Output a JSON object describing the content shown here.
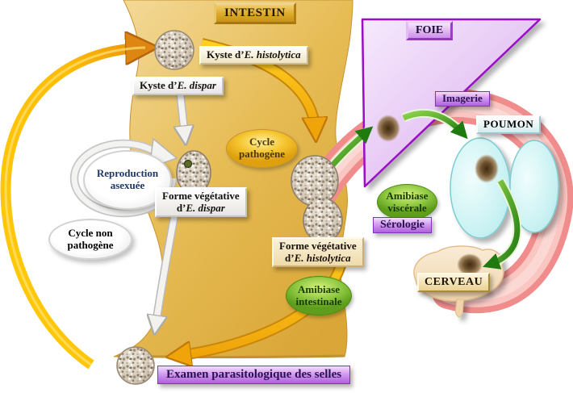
{
  "organs": {
    "intestin": "INTESTIN",
    "foie": "FOIE",
    "poumon": "POUMON",
    "cerveau": "CERVEAU"
  },
  "labels": {
    "kyste_histolytica": {
      "prefix": "Kyste d’",
      "species": "E. histolytica"
    },
    "kyste_dispar": {
      "prefix": "Kyste d’",
      "species": "E. dispar"
    },
    "forme_dispar": {
      "line1": "Forme végétative",
      "prefix": "d’",
      "species": "E. dispar"
    },
    "forme_histolytica": {
      "line1": "Forme végétative",
      "prefix": "d’",
      "species": "E. histolytica"
    },
    "reproduction_asexuee": {
      "line1": "Reproduction",
      "line2": "asexuée"
    },
    "cycle_pathogene": {
      "line1": "Cycle",
      "line2": "pathogène"
    },
    "cycle_non_pathogene": {
      "line1": "Cycle non",
      "line2": "pathogène"
    },
    "amibiase_intestinale": {
      "line1": "Amibiase",
      "line2": "intestinale"
    },
    "amibiase_viscerale": {
      "line1": "Amibiase",
      "line2": "viscérale"
    },
    "serologie": "Sérologie",
    "imagerie": "Imagerie",
    "examen_selles": "Examen parasitologique des selles"
  },
  "colors": {
    "intestine_fill": "#E3B74F",
    "cycle_arrow_gold": "#FFC40A",
    "ingestion_arrow_orange": "#DE8612",
    "liver_fill": "#DDB2EF",
    "liver_border": "#9B07C7",
    "lung_fill": "#C9F2F3",
    "brain_fill": "#F5E0BE",
    "blood_path_pink": "#F39090",
    "green_arrow": "#3F9C1C",
    "label_purple": "#C07FE4",
    "label_green": "#7CBC2E",
    "label_gold_ellipse": "#EFBA20",
    "abscess_brown": "#6F5230"
  }
}
